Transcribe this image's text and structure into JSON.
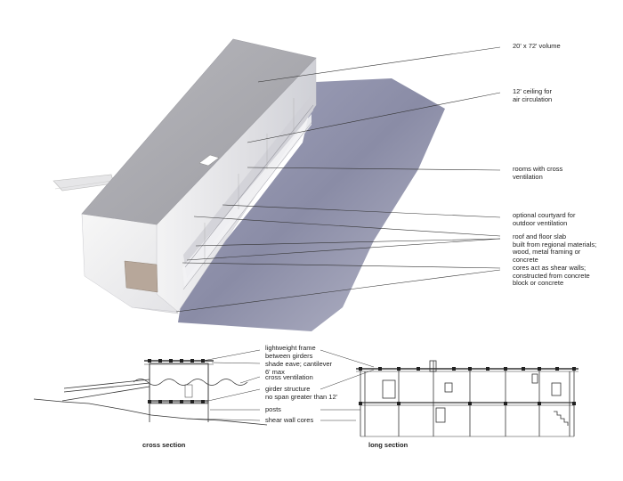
{
  "model_callouts": [
    {
      "text": "20' x 72' volume"
    },
    {
      "text": "12' ceiling for\nair circulation"
    },
    {
      "text": "rooms with cross\nventilation"
    },
    {
      "text": "optional courtyard for\noutdoor ventilation"
    },
    {
      "text": "roof and floor slab\nbuilt from regional materials;\nwood, metal framing or\nconcrete"
    },
    {
      "text": "cores act as shear walls;\nconstructed from concrete\nblock or concrete"
    }
  ],
  "section_callouts": [
    {
      "text": "lightweight frame\nbetween girders"
    },
    {
      "text": "shade eave; cantilever\n6' max"
    },
    {
      "text": "cross ventilation"
    },
    {
      "text": "girder structure\nno span greater than 12'"
    },
    {
      "text": "posts"
    },
    {
      "text": "shear wall cores"
    }
  ],
  "sections": {
    "cross_title": "cross section",
    "long_title": "long section"
  },
  "colors": {
    "roof": "#a8a8ae",
    "shadow": "#8a8ca4",
    "wall": "#e8e8ea",
    "line": "#333333"
  }
}
